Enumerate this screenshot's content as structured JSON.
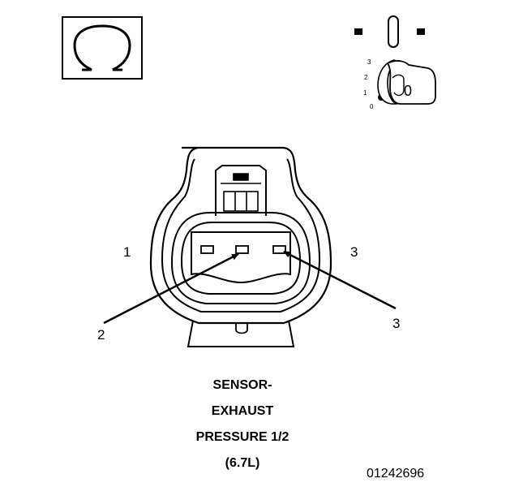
{
  "ohmmeter": {
    "symbol": "Ω",
    "icon": "ohm-symbol-icon"
  },
  "ignition": {
    "icon": "ignition-key-icon",
    "positions": [
      "3",
      "2",
      "1",
      "0"
    ],
    "key_label": "0"
  },
  "connector": {
    "side_labels": {
      "left": "1",
      "right": "3"
    },
    "pointer_labels": {
      "left": "2",
      "right": "3"
    }
  },
  "caption": {
    "line1": "SENSOR-",
    "line2": "EXHAUST",
    "line3": "PRESSURE 1/2",
    "line4": "(6.7L)"
  },
  "figure_code": "01242696",
  "colors": {
    "ink": "#000000",
    "background": "#ffffff"
  }
}
